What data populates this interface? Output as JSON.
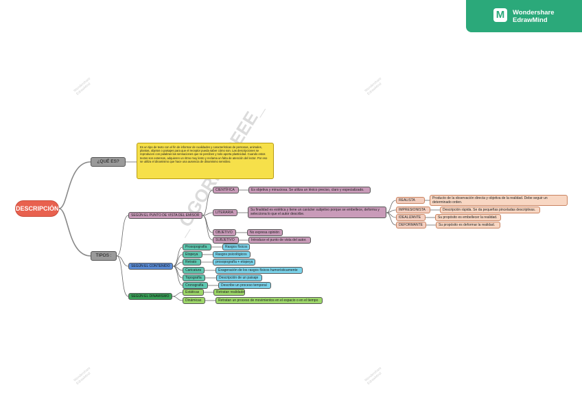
{
  "brand": {
    "line1": "Wondershare",
    "line2": "EdrawMind",
    "logo_glyph": "M",
    "color": "#2ba97a"
  },
  "watermark": {
    "diagonal_text": "_GGORMGCEEE_",
    "small_text": "Wondershare EdrawMind"
  },
  "mindmap": {
    "center": "DESCRIPCIÓN",
    "que_es": {
      "label": "¿QUÉ ES?",
      "note": "Es un tipo de texto con el fin de informar de cualidades y características de personas, animales, plantas, objetos o paisajes para que el receptor pueda saber cómo son. Las descripciones se reproducen con palabras las sensaciones que se perciben y solo aporta plasticidad. Cuando estos textos son extensos, adquieren un ritmo muy lento y reclama un falta de atención del lector. Por eso se utiliza el dinamismo que hace una ausencia de dinamismo sensitivo."
    },
    "tipos": {
      "label": "TIPOS :",
      "punto_vista": {
        "label": "SEGÚN EL PUNTO DE VISTA DEL EMISOR",
        "cientifica": {
          "label": "CIENTÍFICA",
          "desc": "Es objetiva y minuciosa. Se utiliza un léxico preciso, claro y especializado."
        },
        "literaria": {
          "label": "LITERARIA",
          "desc": "Su finalidad es estética y tiene un carácter subjetivo porque se embellece, deforma y selecciona lo que el autor describe.",
          "sub": [
            {
              "label": "REALISTA",
              "desc": "Producto de la observación directa y objetiva de la realidad. Debe seguir un determinado orden."
            },
            {
              "label": "IMPRESIONISTA",
              "desc": "Descripción rápida. Se da pequeñas pinceladas descriptivas."
            },
            {
              "label": "IDEALIZANTE",
              "desc": "Su propósito es embellecer la realidad."
            },
            {
              "label": "DEFORMANTE",
              "desc": "Su propósito es deformar la realidad."
            }
          ]
        },
        "objetivo": {
          "label": "OBJETIVO",
          "desc": "No expresa opinión"
        },
        "subjetivo": {
          "label": "SUBJETIVO",
          "desc": "Introduce el punto de vista del autor."
        }
      },
      "contenido": {
        "label": "SEGÚN EL CONTENIDO",
        "items": [
          {
            "label": "Prosopografía",
            "desc": "Rasgos físicos"
          },
          {
            "label": "Etopeya",
            "desc": "Rasgos psicológicos"
          },
          {
            "label": "Retrato",
            "desc": "prosopografía + etopeya"
          },
          {
            "label": "Caricatura",
            "desc": "Exageración de los rasgos físicos humorísticamente"
          },
          {
            "label": "Topografía",
            "desc": "Descripción de un paisaje"
          },
          {
            "label": "Cronografía",
            "desc": "Describe un proceso temporal"
          }
        ]
      },
      "dinamismo": {
        "label": "SEGÚN EL DINAMISMO",
        "items": [
          {
            "label": "Estáticas",
            "desc": "Retratan realidades fijas"
          },
          {
            "label": "Dinámicas",
            "desc": "Retratan un proceso de movimientos en el espacio o en el tiempo"
          }
        ]
      }
    }
  }
}
